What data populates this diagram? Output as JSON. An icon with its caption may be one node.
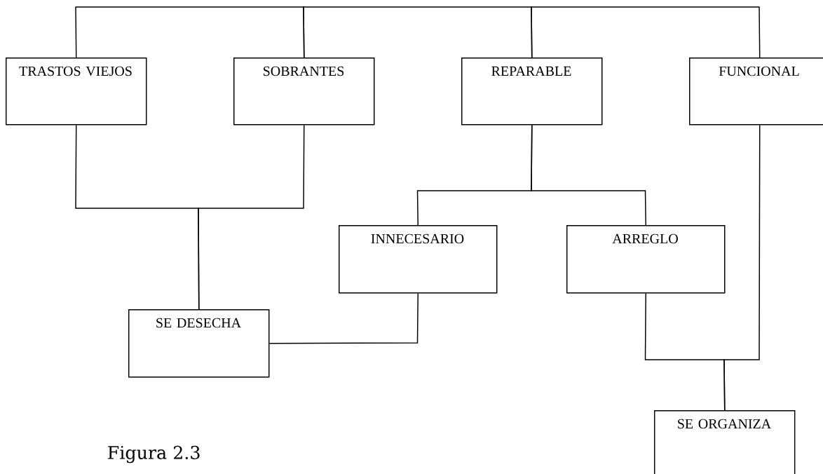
{
  "diagram": {
    "caption": "Figura 2.3",
    "nodes": [
      {
        "text": [
          "TRASTOS VIEJOS"
        ]
      },
      {
        "text": [
          "SOBRANTES"
        ]
      },
      {
        "text": [
          "REPARABLE"
        ]
      },
      {
        "text": [
          "FUNCIONAL"
        ]
      },
      {
        "text": [
          "INNECESARIO"
        ]
      },
      {
        "text": [
          "ARREGLO"
        ]
      },
      {
        "text": [
          "SE DESECHA"
        ]
      },
      {
        "text": [
          "SE ORGANIZA"
        ]
      }
    ],
    "edges": [
      {
        "from": 0,
        "to": 1,
        "arrow": "none"
      },
      {
        "from": 1,
        "to": 2,
        "arrow": "none"
      },
      {
        "from": 2,
        "to": 3,
        "arrow": "none"
      },
      {
        "from": 0,
        "to": 6,
        "arrow": "none"
      },
      {
        "from": 1,
        "to": 6,
        "arrow": "none"
      },
      {
        "from": 2,
        "to": 4,
        "arrow": "none"
      },
      {
        "from": 2,
        "to": 5,
        "arrow": "none"
      },
      {
        "from": 4,
        "to": 6,
        "arrow": "none"
      },
      {
        "from": 5,
        "to": 7,
        "arrow": "none"
      },
      {
        "from": 3,
        "to": 7,
        "arrow": "none"
      }
    ]
  }
}
